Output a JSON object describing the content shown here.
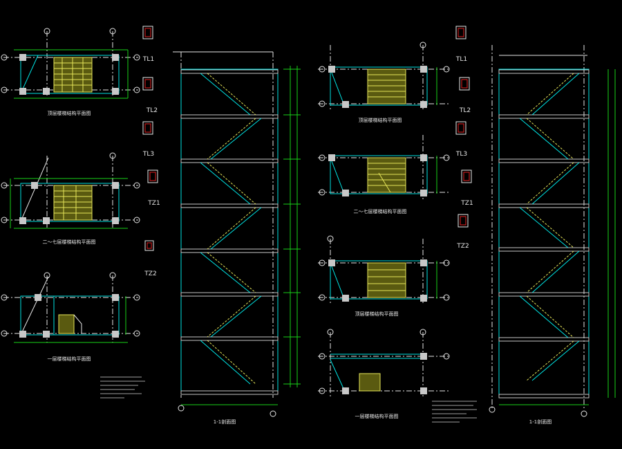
{
  "titles": {
    "plan_top_left": "顶层楼梯结构平面图",
    "plan_mid_left": "二～七层楼梯结构平面图",
    "plan_bot_left": "一层楼梯结构平面图",
    "plan_top_right": "顶层楼梯结构平面图",
    "plan_mid_right": "二～七层楼梯结构平面图",
    "plan_low_right": "顶层楼梯结构平面图",
    "plan_bot_right": "一层楼梯结构平面图",
    "section_left": "1-1剖面图",
    "section_right": "1-1剖面图"
  },
  "beam_labels_left": [
    "TL1",
    "TL2",
    "TL3",
    "TZ1",
    "TZ2"
  ],
  "beam_labels_right": [
    "TL1",
    "TL2",
    "TL3",
    "TZ1",
    "TZ2"
  ],
  "colors": {
    "background": "#000000",
    "wall": "#00e5e5",
    "dimension": "#19d219",
    "stair": "#e6e65a",
    "text": "#e8e8e8",
    "column": "#c8c8c8",
    "rebar": "#e62020"
  }
}
